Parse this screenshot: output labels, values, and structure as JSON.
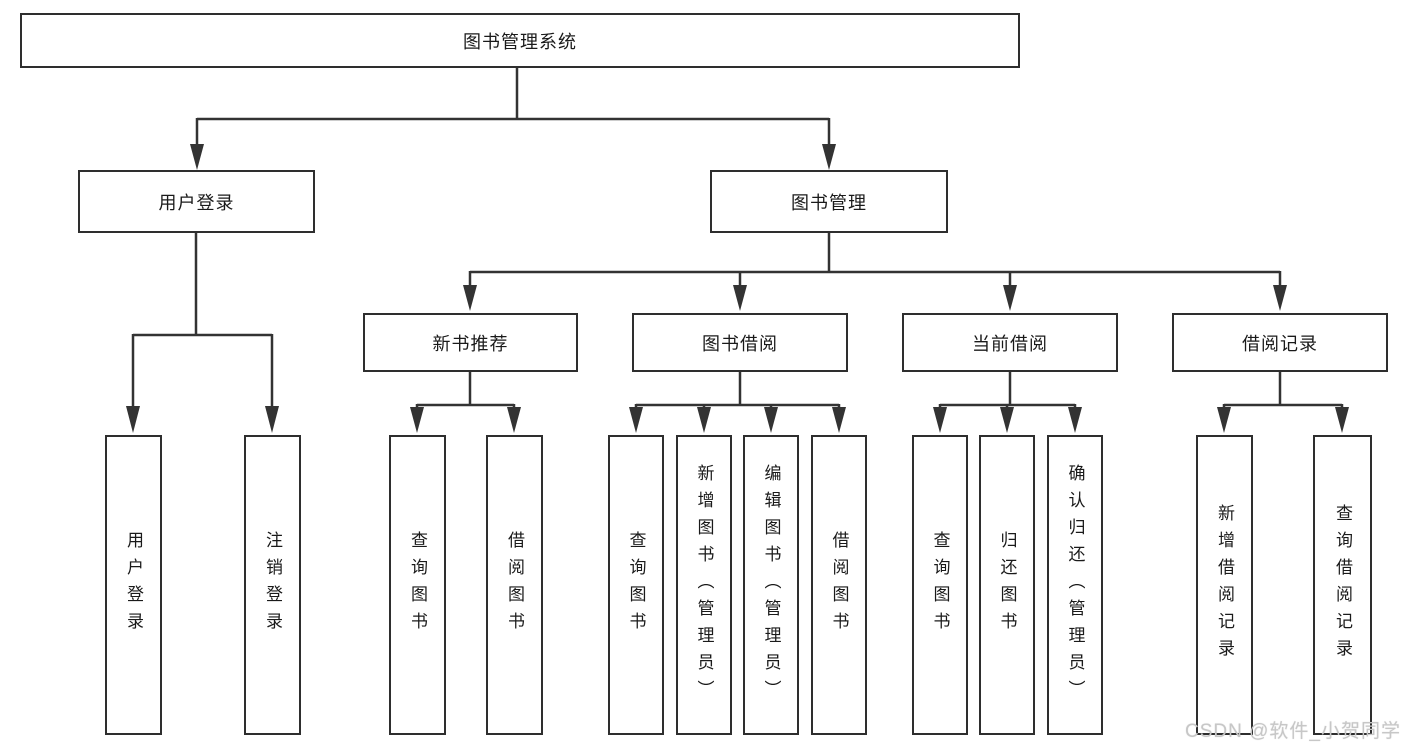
{
  "diagram": {
    "watermark": "CSDN @软件_小贺同学",
    "colors": {
      "background": "#ffffff",
      "line": "#333333",
      "box_border": "#2e2e2e",
      "box_fill": "#ffffff",
      "text": "#1a1a1a",
      "watermark": "#c7c7c7"
    },
    "nodes": {
      "root": {
        "label": "图书管理系统"
      },
      "level2": [
        {
          "label": "用户登录"
        },
        {
          "label": "图书管理"
        }
      ],
      "level3": [
        {
          "label": "新书推荐"
        },
        {
          "label": "图书借阅"
        },
        {
          "label": "当前借阅"
        },
        {
          "label": "借阅记录"
        }
      ],
      "leaves": {
        "user_login": [
          "用户登录",
          "注销登录"
        ],
        "new_book": [
          "查询图书",
          "借阅图书"
        ],
        "borrow": [
          "查询图书",
          "新增图书（管理员）",
          "编辑图书（管理员）",
          "借阅图书"
        ],
        "current": [
          "查询图书",
          "归还图书",
          "确认归还（管理员）"
        ],
        "records": [
          "新增借阅记录",
          "查询借阅记录"
        ]
      }
    }
  }
}
